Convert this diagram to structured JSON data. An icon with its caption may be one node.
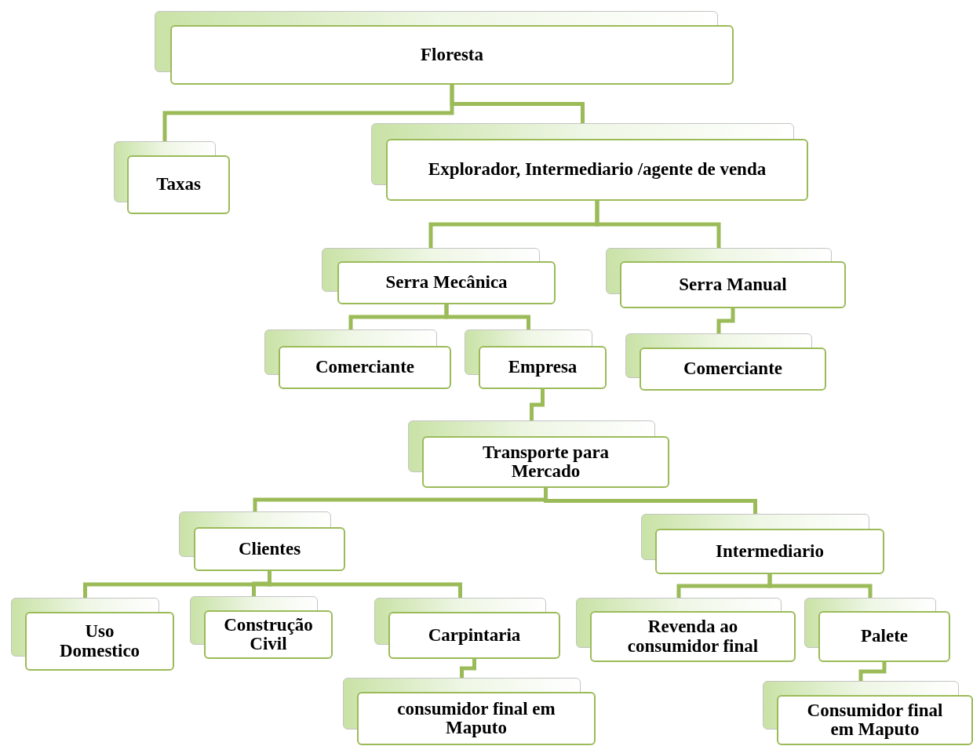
{
  "diagram": {
    "nodes": [
      {
        "text": [
          "Floresta"
        ]
      },
      {
        "text": [
          "Taxas"
        ]
      },
      {
        "text": [
          "Explorador, Intermediario /agente de venda"
        ]
      },
      {
        "text": [
          "Serra Mecânica"
        ]
      },
      {
        "text": [
          "Serra  Manual"
        ]
      },
      {
        "text": [
          "Comerciante"
        ]
      },
      {
        "text": [
          "Empresa"
        ]
      },
      {
        "text": [
          "Comerciante"
        ]
      },
      {
        "text": [
          "Transporte para Mercado"
        ]
      },
      {
        "text": [
          "Clientes"
        ]
      },
      {
        "text": [
          "Intermediario"
        ]
      },
      {
        "text": [
          "Uso Domestico"
        ]
      },
      {
        "text": [
          "Construção Civil"
        ]
      },
      {
        "text": [
          "Carpintaria"
        ]
      },
      {
        "text": [
          "Revenda  ao consumidor final"
        ]
      },
      {
        "text": [
          "Palete"
        ]
      },
      {
        "text": [
          "consumidor final em Maputo"
        ]
      },
      {
        "text": [
          "Consumidor final em Maputo"
        ]
      }
    ],
    "edges": [
      {
        "from": 0,
        "to": 1,
        "arrow": "none"
      },
      {
        "from": 0,
        "to": 2,
        "arrow": "none"
      },
      {
        "from": 2,
        "to": 3,
        "arrow": "none"
      },
      {
        "from": 2,
        "to": 4,
        "arrow": "none"
      },
      {
        "from": 3,
        "to": 5,
        "arrow": "none"
      },
      {
        "from": 3,
        "to": 6,
        "arrow": "none"
      },
      {
        "from": 4,
        "to": 7,
        "arrow": "none"
      },
      {
        "from": 6,
        "to": 8,
        "arrow": "none"
      },
      {
        "from": 8,
        "to": 9,
        "arrow": "none"
      },
      {
        "from": 8,
        "to": 10,
        "arrow": "none"
      },
      {
        "from": 9,
        "to": 11,
        "arrow": "none"
      },
      {
        "from": 9,
        "to": 12,
        "arrow": "none"
      },
      {
        "from": 9,
        "to": 13,
        "arrow": "none"
      },
      {
        "from": 10,
        "to": 14,
        "arrow": "none"
      },
      {
        "from": 10,
        "to": 15,
        "arrow": "none"
      },
      {
        "from": 13,
        "to": 16,
        "arrow": "none"
      },
      {
        "from": 15,
        "to": 17,
        "arrow": "none"
      }
    ]
  }
}
